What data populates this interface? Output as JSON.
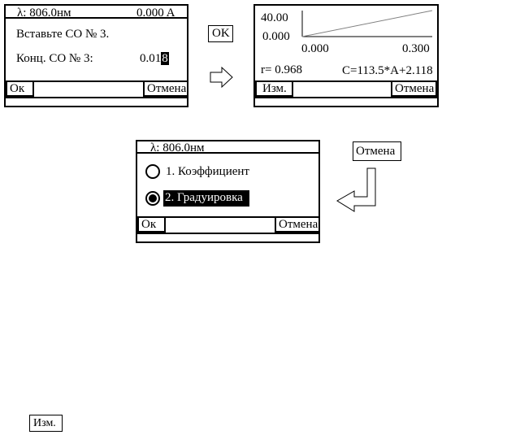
{
  "screen1": {
    "wavelength": "λ:  806.0нм",
    "absorbance": "0.000 A",
    "prompt": "Вставьте СО № 3.",
    "conc_label": "Конц. СО №  3:",
    "conc_value": "0.01",
    "conc_cursor": "8",
    "ok_label": "Ок",
    "cancel_label": "Отмена"
  },
  "ok_key_label": "OK",
  "screen2": {
    "y_max": "40.00",
    "y_min": "0.000",
    "x_min": "0.000",
    "x_max": "0.300",
    "r_value": "r= 0.968",
    "equation": "C=113.5*A+2.118",
    "edit_label": "Изм.",
    "cancel_label": "Отмена"
  },
  "cancel_key_label": "Отмена",
  "screen3": {
    "wavelength": "λ:  806.0нм",
    "option1": "1. Коэффициент",
    "option2": "2. Градуировка",
    "selected_option": 2,
    "ok_label": "Ок",
    "cancel_label": "Отмена"
  },
  "edit_key_label": "Изм.",
  "chart_data": {
    "type": "line",
    "x": [
      0.0,
      0.3
    ],
    "y": [
      0.0,
      40.0
    ],
    "xlim": [
      0.0,
      0.3
    ],
    "ylim": [
      0.0,
      40.0
    ],
    "xticks": [
      "0.000",
      "0.300"
    ],
    "yticks": [
      "0.000",
      "40.00"
    ],
    "title": "",
    "xlabel": "",
    "ylabel": ""
  }
}
